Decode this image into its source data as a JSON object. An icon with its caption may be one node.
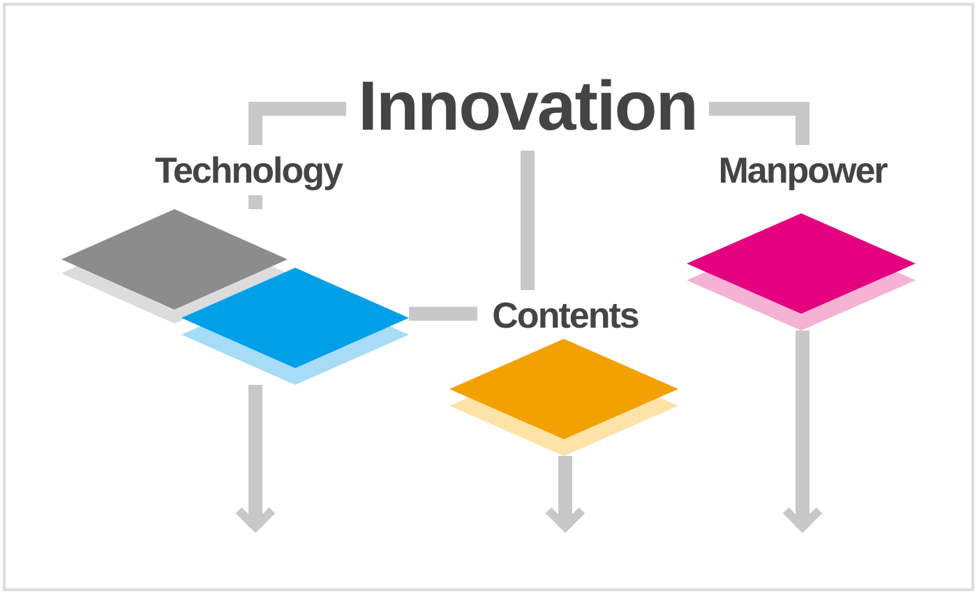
{
  "diagram": {
    "nodes": [
      {
        "text": [
          "Innovation"
        ]
      },
      {
        "text": [
          "Technology"
        ]
      },
      {
        "text": [],
        "shape": "diamond"
      },
      {
        "text": [],
        "shape": "diamond"
      },
      {
        "text": [
          "Contents"
        ]
      },
      {
        "text": [],
        "shape": "diamond"
      },
      {
        "text": [
          "Manpower"
        ]
      },
      {
        "text": [],
        "shape": "diamond"
      }
    ],
    "edges": [
      {
        "from": 0,
        "to": 1,
        "arrow": "none"
      },
      {
        "from": 0,
        "to": 4,
        "arrow": "none"
      },
      {
        "from": 0,
        "to": 6,
        "arrow": "none"
      },
      {
        "from": 1,
        "to": 2,
        "arrow": "none"
      },
      {
        "from": 3,
        "to": 4,
        "arrow": "none"
      },
      {
        "from": 3,
        "to": null,
        "arrow": "to"
      },
      {
        "from": 5,
        "to": null,
        "arrow": "to"
      },
      {
        "from": 7,
        "to": null,
        "arrow": "to"
      }
    ]
  }
}
